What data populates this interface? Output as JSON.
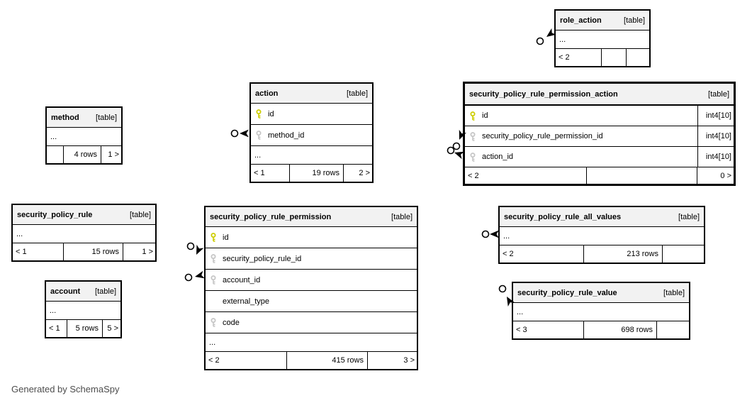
{
  "footer_note": "Generated by SchemaSpy",
  "colors": {
    "pk-key": "#cdcd00",
    "fk-key": "#c6c6c6",
    "header-bg": "#f2f2f2",
    "border": "#000000",
    "note-text": "#4d4d4d"
  },
  "icons": {
    "primary_key": "yellow key",
    "foreign_key": "gray key",
    "connector": "circle with crow arrowhead"
  },
  "tables": {
    "role_action": {
      "title": "role_action",
      "tag": "[table]",
      "elided": "...",
      "footer": {
        "left": "< 2",
        "center": "",
        "right": ""
      }
    },
    "method": {
      "title": "method",
      "tag": "[table]",
      "elided": "...",
      "footer": {
        "left": "",
        "center": "4 rows",
        "right": "1 >"
      }
    },
    "action": {
      "title": "action",
      "tag": "[table]",
      "elided": "...",
      "columns": [
        {
          "name": "id",
          "key": "primary"
        },
        {
          "name": "method_id",
          "key": "foreign"
        }
      ],
      "footer": {
        "left": "< 1",
        "center": "19 rows",
        "right": "2 >"
      }
    },
    "security_policy_rule_permission_action": {
      "title": "security_policy_rule_permission_action",
      "tag": "[table]",
      "columns": [
        {
          "name": "id",
          "type": "int4[10]",
          "key": "primary"
        },
        {
          "name": "security_policy_rule_permission_id",
          "type": "int4[10]",
          "key": "foreign"
        },
        {
          "name": "action_id",
          "type": "int4[10]",
          "key": "foreign"
        }
      ],
      "footer": {
        "left": "< 2",
        "center": "",
        "right": "0 >"
      }
    },
    "security_policy_rule": {
      "title": "security_policy_rule",
      "tag": "[table]",
      "elided": "...",
      "footer": {
        "left": "< 1",
        "center": "15 rows",
        "right": "1 >"
      }
    },
    "account": {
      "title": "account",
      "tag": "[table]",
      "elided": "...",
      "footer": {
        "left": "< 1",
        "center": "5 rows",
        "right": "5 >"
      }
    },
    "security_policy_rule_permission": {
      "title": "security_policy_rule_permission",
      "tag": "[table]",
      "elided": "...",
      "columns": [
        {
          "name": "id",
          "key": "primary"
        },
        {
          "name": "security_policy_rule_id",
          "key": "foreign"
        },
        {
          "name": "account_id",
          "key": "foreign"
        },
        {
          "name": "external_type",
          "key": "none"
        },
        {
          "name": "code",
          "key": "foreign"
        }
      ],
      "footer": {
        "left": "< 2",
        "center": "415 rows",
        "right": "3 >"
      }
    },
    "security_policy_rule_all_values": {
      "title": "security_policy_rule_all_values",
      "tag": "[table]",
      "elided": "...",
      "footer": {
        "left": "< 2",
        "center": "213 rows",
        "right": ""
      }
    },
    "security_policy_rule_value": {
      "title": "security_policy_rule_value",
      "tag": "[table]",
      "elided": "...",
      "footer": {
        "left": "< 3",
        "center": "698 rows",
        "right": ""
      }
    }
  }
}
